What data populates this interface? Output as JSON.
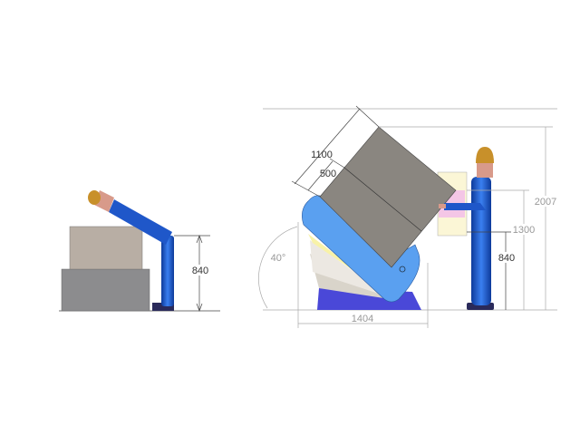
{
  "left_view": {
    "dim_height": "840"
  },
  "right_view": {
    "dim_total_height": "2007",
    "dim_reach_height": "1300",
    "dim_work_height": "840",
    "dim_base_width": "1404",
    "dim_box_length": "1100",
    "dim_box_half": "500",
    "dim_tilt_angle": "40°"
  },
  "colors": {
    "figure_blue": "#1f57c9",
    "cradle_blue": "#5aa0f0",
    "base_purple": "#4a48d8",
    "box_grey": "#8a8680",
    "head_skin": "#d89a8a",
    "head_cap": "#c8902a"
  }
}
